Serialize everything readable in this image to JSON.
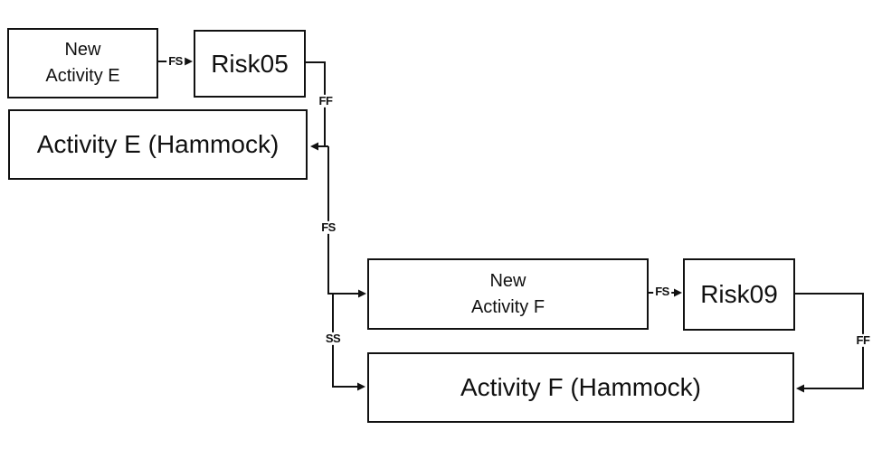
{
  "diagram": {
    "colors": {
      "background": "#ffffff",
      "stroke": "#111111",
      "text": "#111111"
    },
    "nodes": [
      {
        "id": "new-activity-e",
        "label": "New\nActivity E"
      },
      {
        "id": "risk05",
        "label": "Risk05"
      },
      {
        "id": "activity-e-hammock",
        "label": "Activity E (Hammock)"
      },
      {
        "id": "new-activity-f",
        "label": "New\nActivity F"
      },
      {
        "id": "risk09",
        "label": "Risk09"
      },
      {
        "id": "activity-f-hammock",
        "label": "Activity F (Hammock)"
      }
    ],
    "edges": [
      {
        "label": "FS",
        "from": "new-activity-e",
        "to": "risk05"
      },
      {
        "label": "FF",
        "from": "risk05",
        "to": "activity-e-hammock"
      },
      {
        "label": "FS",
        "from": "risk05",
        "to": "new-activity-f"
      },
      {
        "label": "SS",
        "from": "new-activity-f",
        "to": "activity-f-hammock"
      },
      {
        "label": "FS",
        "from": "new-activity-f",
        "to": "risk09"
      },
      {
        "label": "FF",
        "from": "risk09",
        "to": "activity-f-hammock"
      }
    ]
  }
}
